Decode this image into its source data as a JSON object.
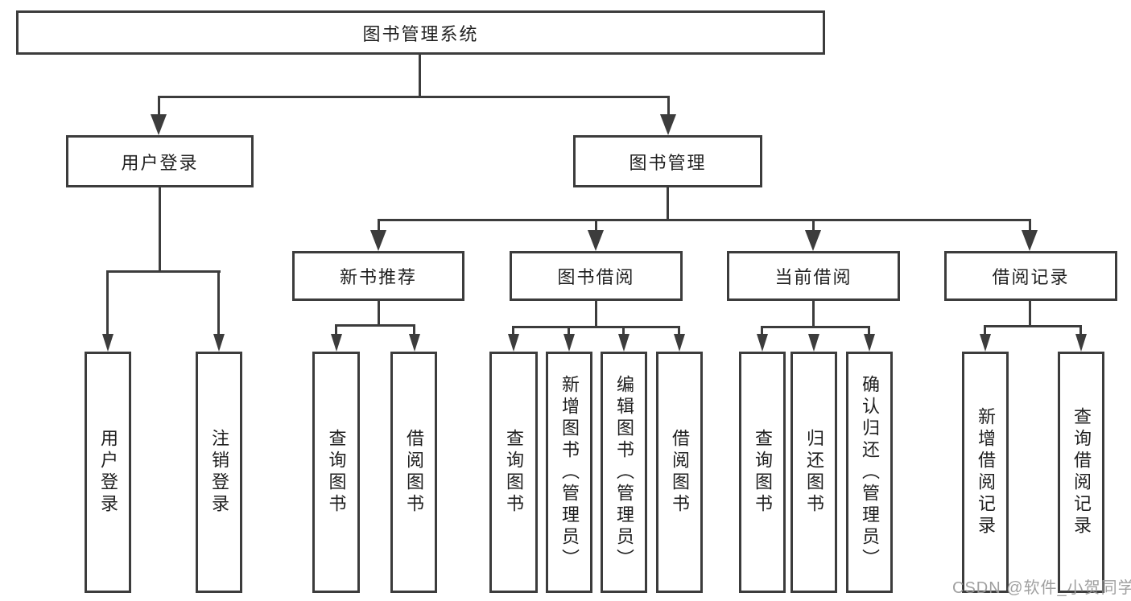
{
  "diagram": {
    "root_label": "图书管理系统",
    "branches": [
      {
        "label": "用户登录",
        "leaves": [
          "用户登录",
          "注销登录"
        ]
      },
      {
        "label": "图书管理",
        "children": [
          {
            "label": "新书推荐",
            "leaves": [
              "查询图书",
              "借阅图书"
            ]
          },
          {
            "label": "图书借阅",
            "leaves": [
              "查询图书",
              "新增图书（管理员）",
              "编辑图书（管理员）",
              "借阅图书"
            ]
          },
          {
            "label": "当前借阅",
            "leaves": [
              "查询图书",
              "归还图书",
              "确认归还（管理员）"
            ]
          },
          {
            "label": "借阅记录",
            "leaves": [
              "新增借阅记录",
              "查询借阅记录"
            ]
          }
        ]
      }
    ],
    "colors": {
      "line": "#3c3c3c",
      "text": "#1f1f1f",
      "background": "#ffffff",
      "watermark": "#9b9b9b"
    }
  },
  "watermark": "CSDN @软件_小贺同学"
}
